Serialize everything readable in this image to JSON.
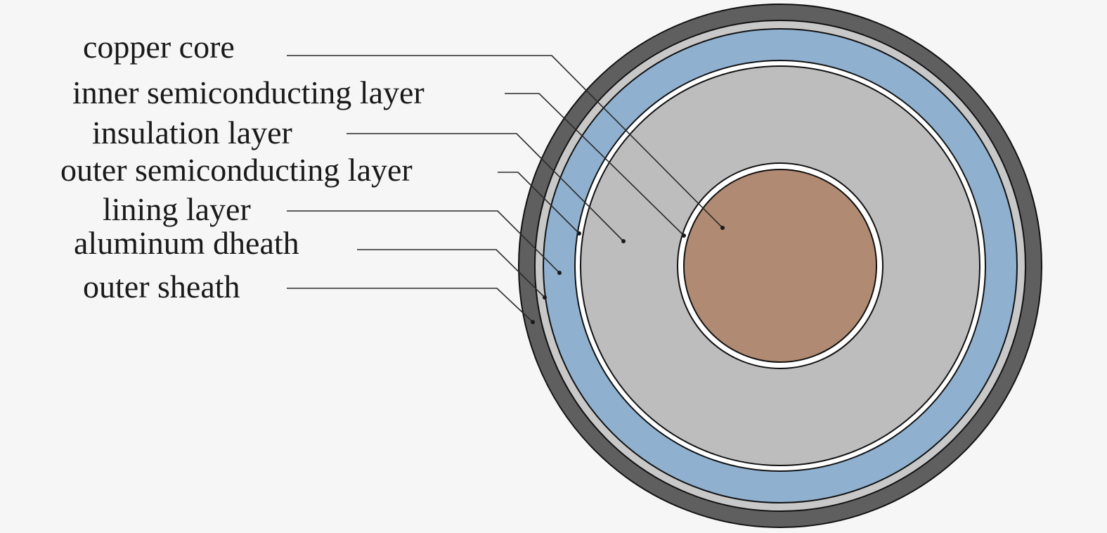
{
  "labels": {
    "copper_core": "copper core",
    "inner_semiconducting_layer": "inner semiconducting layer",
    "insulation_layer": "insulation layer",
    "outer_semiconducting_layer": "outer semiconducting layer",
    "lining_layer": "lining layer",
    "aluminum_sheath": "aluminum dheath",
    "outer_sheath": "outer sheath"
  },
  "colors": {
    "background": "#f6f6f6",
    "outer_sheath": "#5f5f5f",
    "aluminum_sheath": "#c8c8c8",
    "lining_layer": "#8fb0cf",
    "outer_semiconducting_layer": "#ffffff",
    "insulation_layer": "#bdbdbd",
    "inner_semiconducting_layer": "#ffffff",
    "copper_core": "#b08a72",
    "outline": "#111111"
  }
}
